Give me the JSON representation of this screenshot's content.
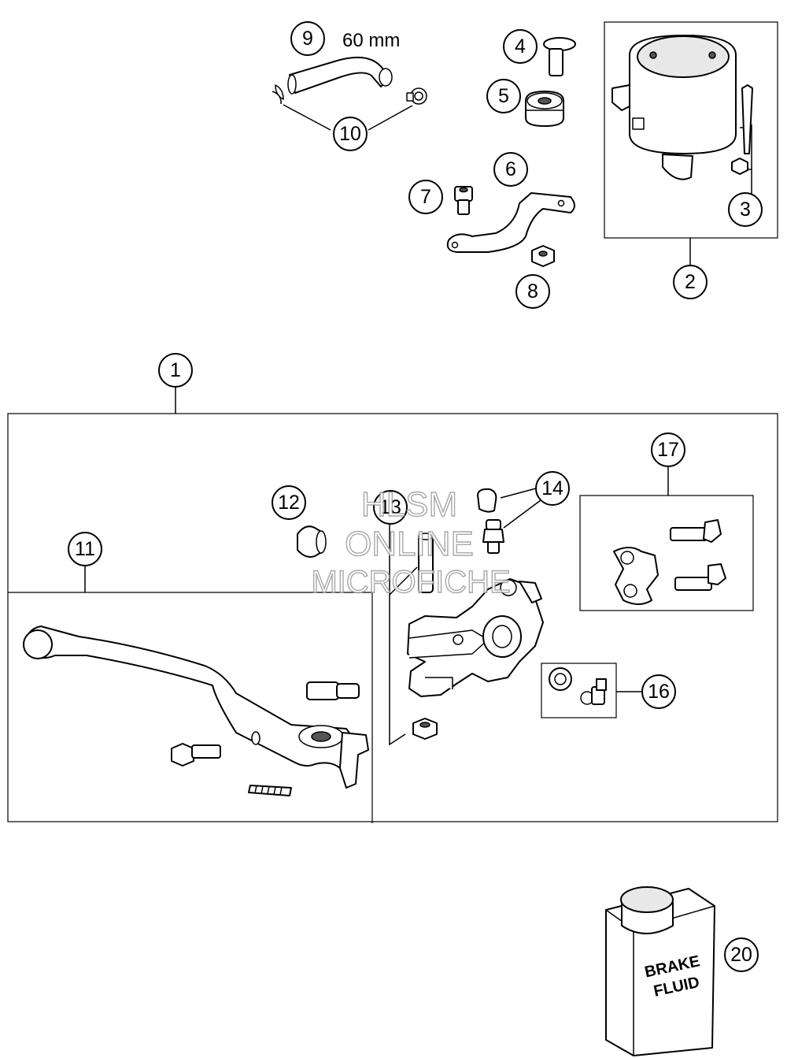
{
  "callouts": {
    "c1": "1",
    "c2": "2",
    "c3": "3",
    "c4": "4",
    "c5": "5",
    "c6": "6",
    "c7": "7",
    "c8": "8",
    "c9": "9",
    "c10": "10",
    "c11": "11",
    "c12": "12",
    "c13": "13",
    "c14": "14",
    "c16": "16",
    "c17": "17",
    "c20": "20"
  },
  "annotations": {
    "hose_length": "60 mm"
  },
  "container_label": {
    "line1": "BRAKE",
    "line2": "FLUID"
  },
  "watermark": {
    "line1": "HLSM",
    "line2": "ONLINE",
    "line3": "MICROFICHE"
  }
}
